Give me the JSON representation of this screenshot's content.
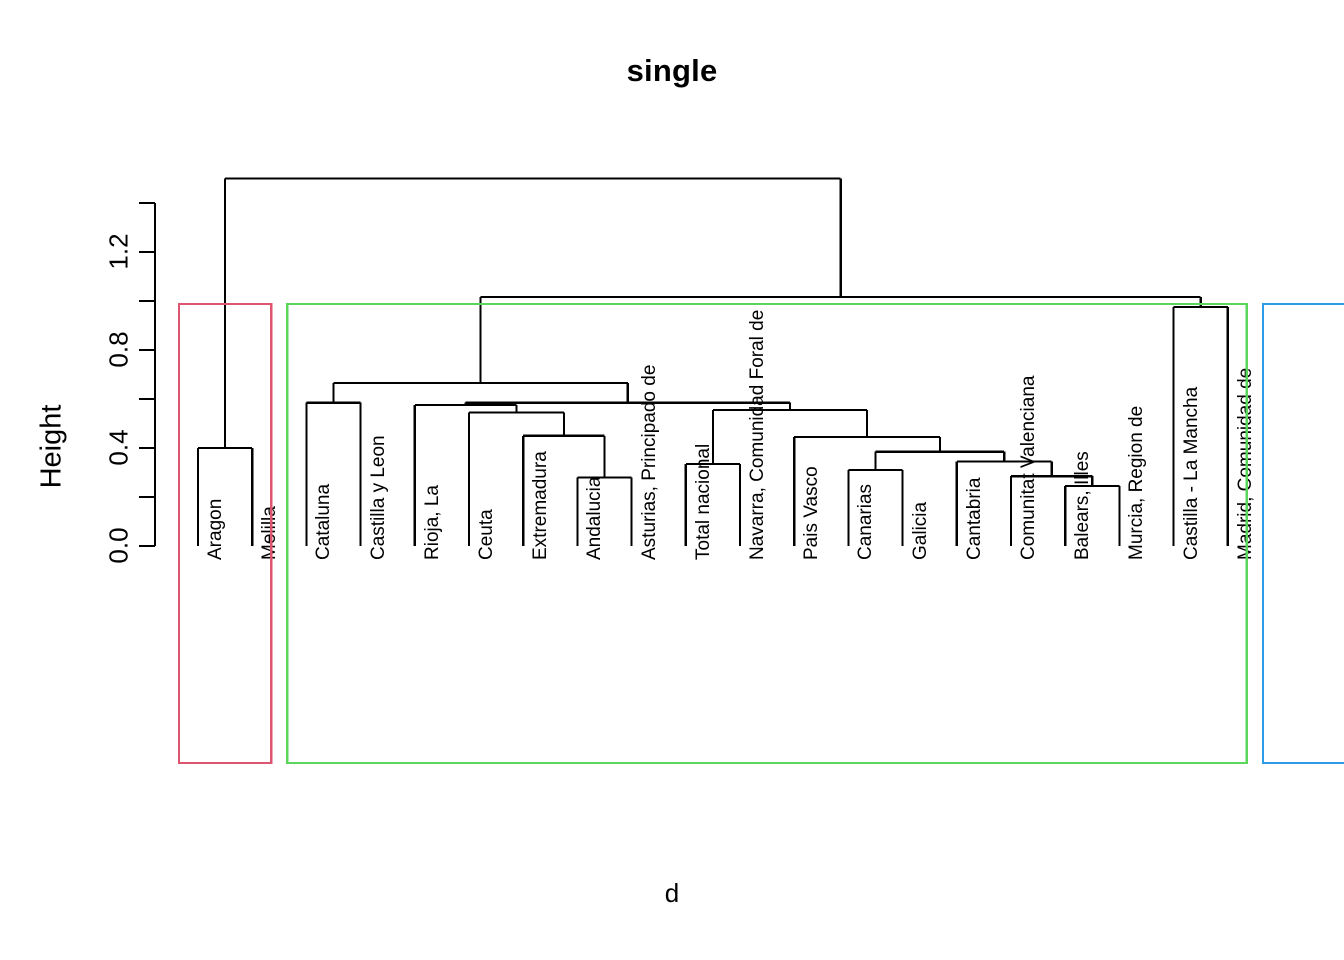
{
  "plot": {
    "title": "single",
    "xlabel": "d",
    "ylabel": "Height",
    "type": "dendrogram"
  },
  "axis": {
    "tick_labels": [
      "0.0",
      "0.4",
      "0.8",
      "1.2"
    ],
    "tick_values": [
      0.0,
      0.4,
      0.8,
      1.2
    ],
    "minor_tick_values": [
      0.2,
      0.6,
      1.0,
      1.4
    ],
    "ymin": 0.0,
    "ymax": 1.5
  },
  "clusters": [
    {
      "name": "cluster-1",
      "color": "#DD5571",
      "leaf_from": 0,
      "leaf_to": 1,
      "count": 2
    },
    {
      "name": "cluster-2",
      "color": "#5BD65B",
      "leaf_from": 2,
      "leaf_to": 19,
      "count": 18
    },
    {
      "name": "cluster-3",
      "color": "#2E9BE8",
      "leaf_from": 20,
      "leaf_to": 21,
      "count": 2
    }
  ],
  "chart_data": {
    "type": "dendrogram",
    "title": "single",
    "xlabel": "d",
    "ylabel": "Height",
    "ylim": [
      0.0,
      1.5
    ],
    "yticks": [
      0.0,
      0.2,
      0.4,
      0.6,
      0.8,
      1.0,
      1.2,
      1.4
    ],
    "ytick_labels": [
      "0.0",
      "",
      "0.4",
      "",
      "0.8",
      "",
      "1.2",
      ""
    ],
    "grid": false,
    "legend": "none",
    "linkage_method": "single",
    "n_leaves": 22,
    "leaves": [
      "Aragon",
      "Melilla",
      "Cataluna",
      "Castilla y Leon",
      "Rioja, La",
      "Ceuta",
      "Extremadura",
      "Andalucia",
      "Asturias, Principado de",
      "Total nacional",
      "Navarra, Comunidad Foral de",
      "Pais Vasco",
      "Canarias",
      "Galicia",
      "Cantabria",
      "Comunitat Valenciana",
      "Balears, Illes",
      "Murcia, Region de",
      "Castilla - La Mancha",
      "Madrid, Comunidad de"
    ],
    "leaf_order": [
      "Aragon",
      "Melilla",
      "Cataluna",
      "Castilla y Leon",
      "Rioja, La",
      "Ceuta",
      "Extremadura",
      "Andalucia",
      "Asturias, Principado de",
      "Total nacional",
      "Navarra, Comunidad Foral de",
      "Pais Vasco",
      "Canarias",
      "Galicia",
      "Cantabria",
      "Comunitat Valenciana",
      "Balears, Illes",
      "Murcia, Region de",
      "Castilla - La Mancha",
      "Madrid, Comunidad de"
    ],
    "merges": [
      {
        "id": "m1",
        "left": "Aragon",
        "right": "Melilla",
        "height": 0.4
      },
      {
        "id": "m2",
        "left": "Andalucia",
        "right": "Asturias, Principado de",
        "height": 0.28
      },
      {
        "id": "m3",
        "left": "Extremadura",
        "right": "m2",
        "height": 0.45
      },
      {
        "id": "m4",
        "left": "Ceuta",
        "right": "m3",
        "height": 0.545
      },
      {
        "id": "m5",
        "left": "Rioja, La",
        "right": "m4",
        "height": 0.575
      },
      {
        "id": "m6",
        "left": "Total nacional",
        "right": "Navarra, Comunidad Foral de",
        "height": 0.335
      },
      {
        "id": "m7",
        "left": "Balears, Illes",
        "right": "Murcia, Region de",
        "height": 0.245
      },
      {
        "id": "m8",
        "left": "Comunitat Valenciana",
        "right": "m7",
        "height": 0.285
      },
      {
        "id": "m9",
        "left": "Cantabria",
        "right": "m8",
        "height": 0.345
      },
      {
        "id": "m10",
        "left": "Canarias",
        "right": "Galicia",
        "height": 0.31
      },
      {
        "id": "m11",
        "left": "m10",
        "right": "m9",
        "height": 0.385
      },
      {
        "id": "m12",
        "left": "Pais Vasco",
        "right": "m11",
        "height": 0.445
      },
      {
        "id": "m13",
        "left": "m6",
        "right": "m12",
        "height": 0.555
      },
      {
        "id": "m14",
        "left": "m5",
        "right": "m13",
        "height": 0.585
      },
      {
        "id": "m15",
        "left": "Cataluna",
        "right": "Castilla y Leon",
        "height": 0.585
      },
      {
        "id": "m16",
        "left": "m15",
        "right": "m14",
        "height": 0.665
      },
      {
        "id": "m17",
        "left": "Castilla - La Mancha",
        "right": "Madrid, Comunidad de",
        "height": 0.975
      },
      {
        "id": "m18",
        "left": "m16",
        "right": "m17",
        "height": 1.016
      },
      {
        "id": "m19",
        "left": "m1",
        "right": "m18",
        "height": 1.5
      }
    ]
  }
}
